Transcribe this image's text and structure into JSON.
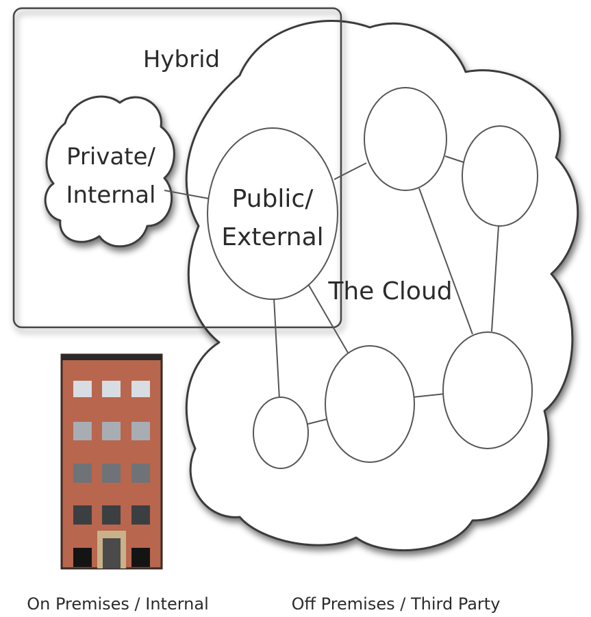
{
  "diagram": {
    "hybrid_label": "Hybrid",
    "private_label_line1": "Private/",
    "private_label_line2": "Internal",
    "public_label_line1": "Public/",
    "public_label_line2": "External",
    "cloud_label": "The Cloud",
    "on_premises_caption": "On Premises / Internal",
    "off_premises_caption": "Off Premises / Third Party"
  },
  "colors": {
    "building_brick": "#b8664e",
    "building_outline": "#3a2a22",
    "door": "#c9b28a",
    "line": "#555555"
  }
}
